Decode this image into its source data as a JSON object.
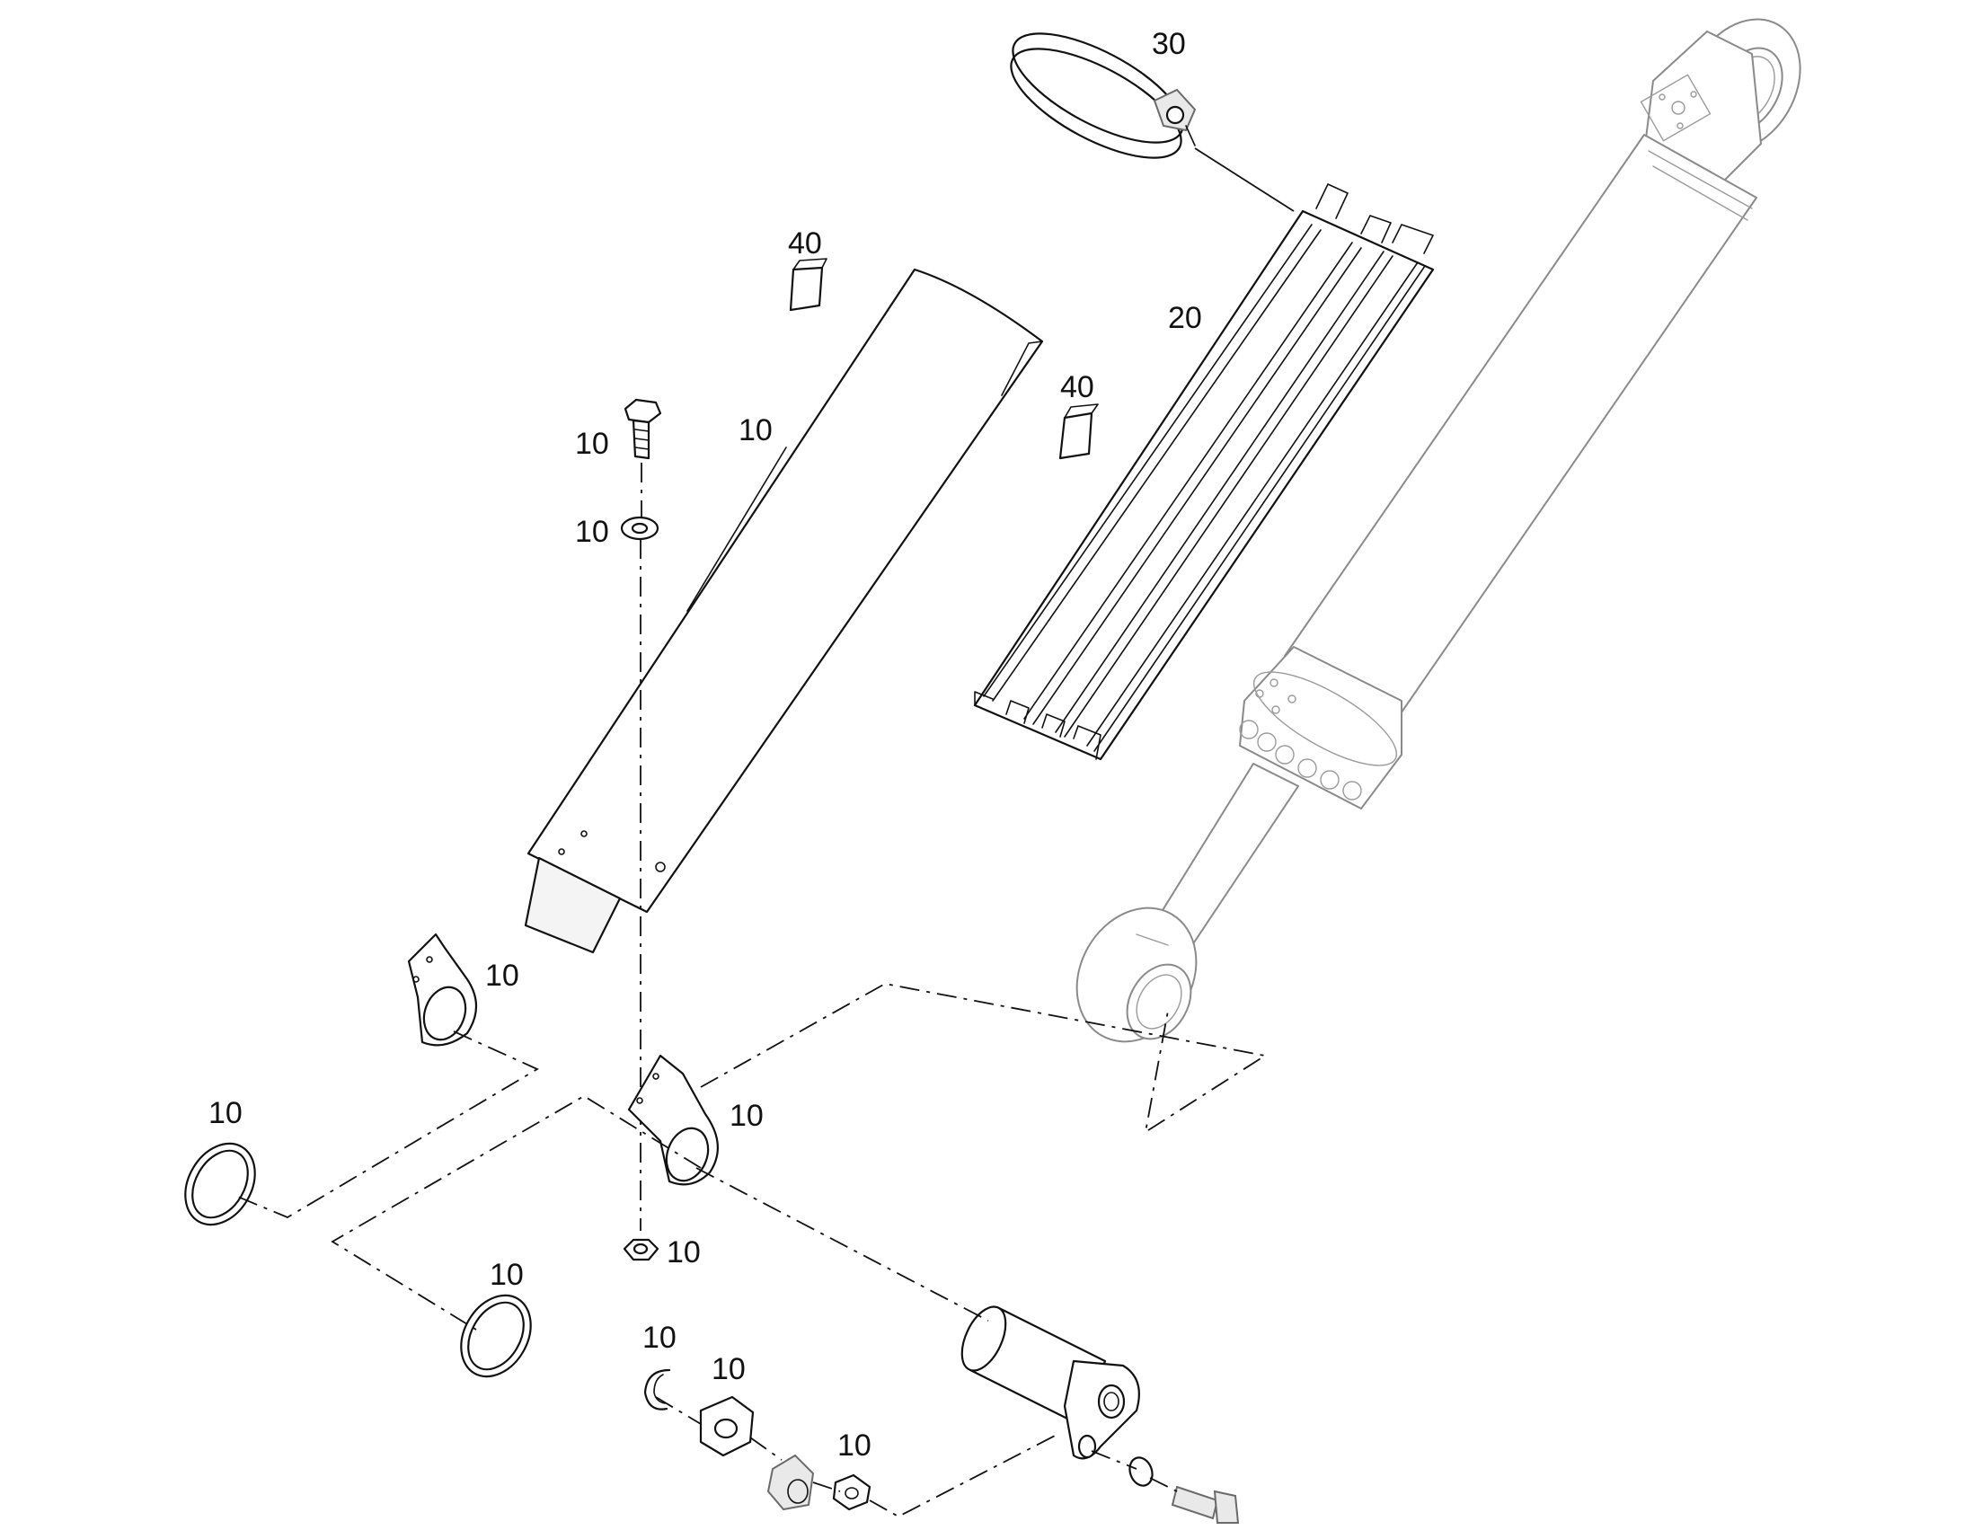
{
  "diagram": {
    "colors": {
      "line": "#111111",
      "ghost": "#8a8a8a",
      "background": "#ffffff"
    },
    "callouts": {
      "clamp": "30",
      "guide_rails": "20",
      "wear_pad_upper": "40",
      "wear_pad_lower": "40",
      "cover_tube": "10",
      "bolt_top": "10",
      "washer_top": "10",
      "bracket_left": "10",
      "bracket_center": "10",
      "ring_left": "10",
      "ring_lower": "10",
      "nut_bottom": "10",
      "snap_ring": "10",
      "cam_washer": "10",
      "lock_nut_small": "10"
    }
  }
}
